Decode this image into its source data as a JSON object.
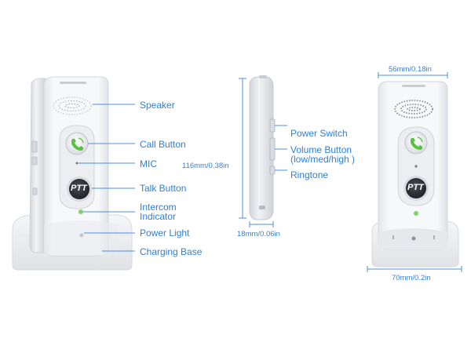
{
  "callouts": {
    "speaker": "Speaker",
    "call_button": "Call Button",
    "mic": "MIC",
    "talk_button": "Talk Button",
    "intercom_indicator_line1": "Intercom",
    "intercom_indicator_line2": "Indicator",
    "power_light": "Power Light",
    "charging_base": "Charging Base",
    "power_switch": "Power Switch",
    "volume_button_line1": "Volume Button",
    "volume_button_line2": "(low/med/high )",
    "ringtone": "Ringtone"
  },
  "dimensions": {
    "height": "116mm/0.38in",
    "depth": "18mm/0.06in",
    "width": "56mm/0.18in",
    "base_width": "70mm/0.2in"
  },
  "button_text": {
    "ptt_front": "PTT",
    "ptt_right": "PTT"
  },
  "colors": {
    "accent_blue": "#2f7fd8",
    "call_green": "#57c33c",
    "device_white": "#f4f5f7",
    "ptt_dark": "#2a2d33"
  }
}
